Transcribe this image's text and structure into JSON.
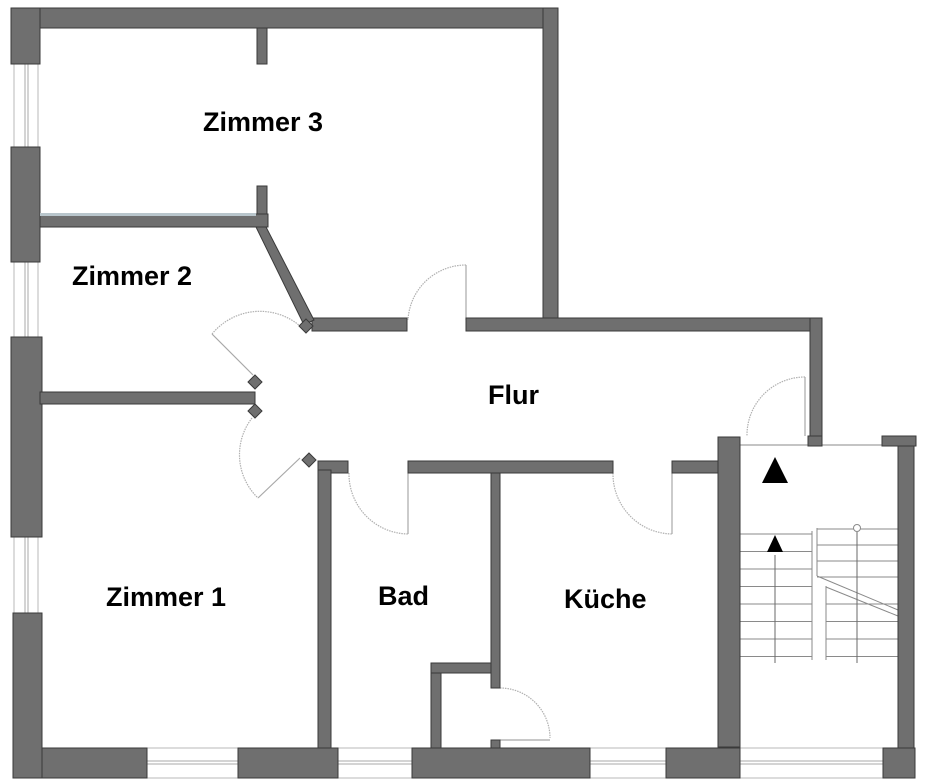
{
  "floor_plan": {
    "title": "Wohnungsgrundriss",
    "colors": {
      "wall": "#6f6f6f",
      "wall_outline": "#3a3a3a",
      "background": "#ffffff",
      "label": "#000000"
    },
    "rooms": [
      {
        "id": "zimmer-3",
        "label": "Zimmer 3"
      },
      {
        "id": "zimmer-2",
        "label": "Zimmer 2"
      },
      {
        "id": "flur",
        "label": "Flur"
      },
      {
        "id": "zimmer-1",
        "label": "Zimmer 1"
      },
      {
        "id": "bad",
        "label": "Bad"
      },
      {
        "id": "kueche",
        "label": "Küche"
      }
    ],
    "symbols": {
      "stair_direction": "up-arrow",
      "stair_up_arrows": 2
    }
  }
}
